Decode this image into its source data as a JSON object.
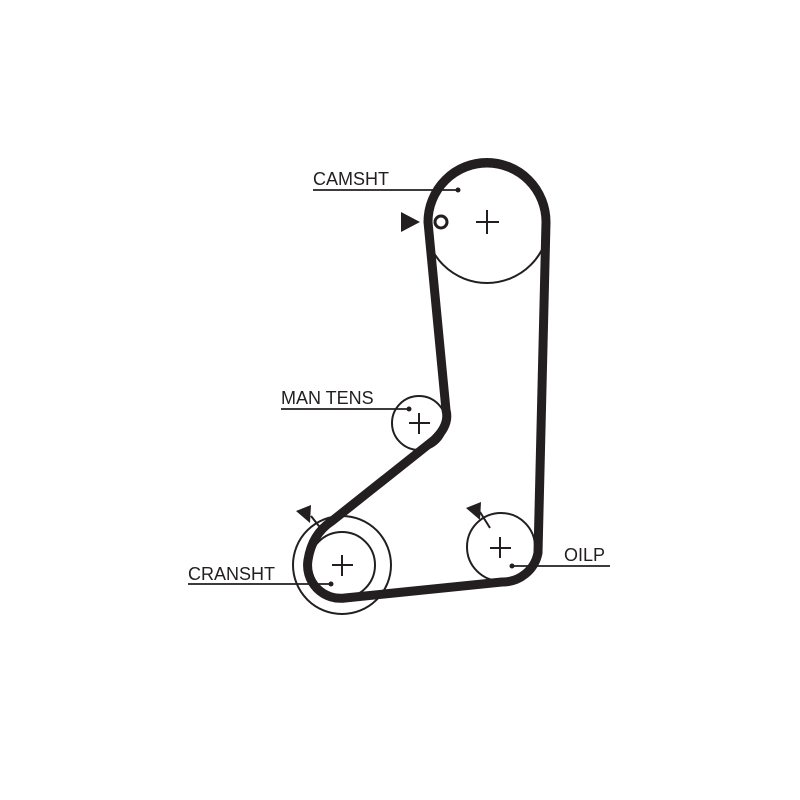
{
  "labels": {
    "camshaft": "CAMSHT",
    "tensioner": "MAN TENS",
    "crankshaft": "CRANSHT",
    "oil_pump": "OILP"
  },
  "colors": {
    "line": "#231f20",
    "background": "#ffffff"
  }
}
